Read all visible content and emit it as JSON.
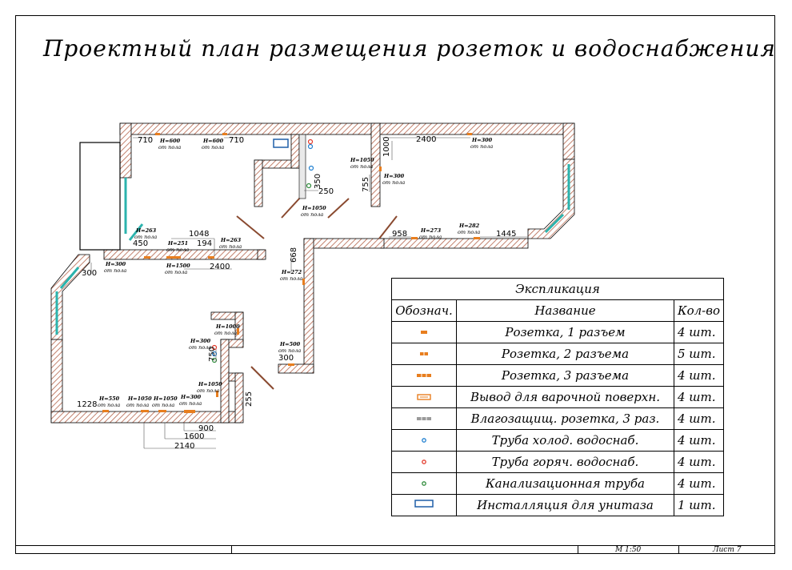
{
  "title": "Проектный план размещения розеток и водоснабжения",
  "colors": {
    "wall_hatch": "#b4634a",
    "window": "#2bb3ad",
    "socket": "#e87e1e",
    "cold_pipe": "#1f7fd0",
    "hot_pipe": "#e33a2b",
    "sewer_pipe": "#2e8b3a",
    "toilet": "#1f5fa8"
  },
  "dimensions": [
    "710",
    "710",
    "2400",
    "1000",
    "1048",
    "450",
    "194",
    "2400",
    "300",
    "958",
    "1445",
    "668",
    "350",
    "250",
    "755",
    "300",
    "750",
    "1228",
    "255",
    "900",
    "1600",
    "2140"
  ],
  "notes": [
    {
      "h": "H=600",
      "s": "от пола"
    },
    {
      "h": "H=600",
      "s": "от пола"
    },
    {
      "h": "H=300",
      "s": "от пола"
    },
    {
      "h": "H=1050",
      "s": "от пола"
    },
    {
      "h": "H=300",
      "s": "от пола"
    },
    {
      "h": "H=1050",
      "s": "от пола"
    },
    {
      "h": "H=263",
      "s": "от пола"
    },
    {
      "h": "H=251",
      "s": "от пола"
    },
    {
      "h": "H=263",
      "s": "от пола"
    },
    {
      "h": "H=1500",
      "s": "от пола"
    },
    {
      "h": "H=300",
      "s": "от пола"
    },
    {
      "h": "H=273",
      "s": "от пола"
    },
    {
      "h": "H=282",
      "s": "от пола"
    },
    {
      "h": "H=272",
      "s": "от пола"
    },
    {
      "h": "H=1000",
      "s": "от пола"
    },
    {
      "h": "H=300",
      "s": "от пола"
    },
    {
      "h": "H=500",
      "s": "от пола"
    },
    {
      "h": "H=1050",
      "s": "от пола"
    },
    {
      "h": "H=550",
      "s": "от пола"
    },
    {
      "h": "H=1050",
      "s": "от пола"
    },
    {
      "h": "H=1050",
      "s": "от пола"
    },
    {
      "h": "H=300",
      "s": "от пола"
    }
  ],
  "legend": {
    "caption": "Экспликация",
    "headers": [
      "Обознач.",
      "Название",
      "Кол-во"
    ],
    "rows": [
      {
        "icon": "socket-1-icon",
        "name": "Розетка, 1 разъем",
        "qty": "4 шт."
      },
      {
        "icon": "socket-2-icon",
        "name": "Розетка, 2 разъема",
        "qty": "5 шт."
      },
      {
        "icon": "socket-3-icon",
        "name": "Розетка, 3 разъема",
        "qty": "4 шт."
      },
      {
        "icon": "cooktop-outlet-icon",
        "name": "Вывод для варочной поверхн.",
        "qty": "4 шт."
      },
      {
        "icon": "waterproof-socket-icon",
        "name": "Влагозащищ. розетка, 3 раз.",
        "qty": "4 шт."
      },
      {
        "icon": "cold-pipe-icon",
        "name": "Труба холод. водоснаб.",
        "qty": "4 шт."
      },
      {
        "icon": "hot-pipe-icon",
        "name": "Труба горяч. водоснаб.",
        "qty": "4 шт."
      },
      {
        "icon": "sewer-pipe-icon",
        "name": "Канализационная труба",
        "qty": "4 шт."
      },
      {
        "icon": "toilet-installation-icon",
        "name": "Инсталляция для унитаза",
        "qty": "1 шт."
      }
    ]
  },
  "stamp": {
    "scale": "М 1:50",
    "sheet": "Лист 7"
  }
}
